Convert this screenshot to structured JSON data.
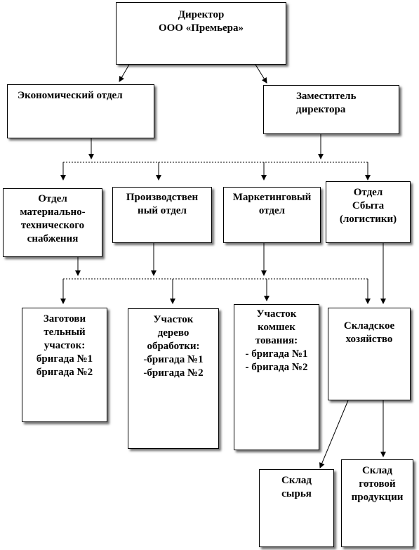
{
  "director": {
    "lines": [
      "Директор",
      "ООО «Премьера»"
    ]
  },
  "economic_dept": {
    "lines": [
      "Экономический отдел"
    ]
  },
  "deputy_director": {
    "lines": [
      "Заместитель",
      "директора"
    ]
  },
  "supply_dept": {
    "lines": [
      "Отдел",
      "материально-",
      "технического",
      "снабжения"
    ]
  },
  "production_dept": {
    "lines": [
      "Производствен",
      "ный отдел"
    ]
  },
  "marketing_dept": {
    "lines": [
      "Маркетинговый",
      "отдел"
    ]
  },
  "sales_dept": {
    "lines": [
      "Отдел",
      "Сбыта",
      "(логистики)"
    ]
  },
  "procurement_site": {
    "lines": [
      "Заготови",
      "тельный",
      "участок:",
      "бригада №1",
      "бригада №2"
    ]
  },
  "woodworking_site": {
    "lines": [
      "Участок",
      "дерево",
      "обработки:",
      "-бригада №1",
      "-бригада №2"
    ]
  },
  "bagging_site": {
    "lines": [
      "Участок",
      "комшек",
      "тования:",
      "- бригада №1",
      "- бригада №2"
    ]
  },
  "warehouse": {
    "lines": [
      "Складское",
      "хозяйство"
    ]
  },
  "raw_storage": {
    "lines": [
      "Склад",
      "сырья"
    ]
  },
  "finished_storage": {
    "lines": [
      "Склад",
      "готовой",
      "продукции"
    ]
  },
  "colors": {
    "line": "#000000",
    "box_border": "#000000",
    "shadow": "#555555",
    "background": "#ffffff"
  }
}
